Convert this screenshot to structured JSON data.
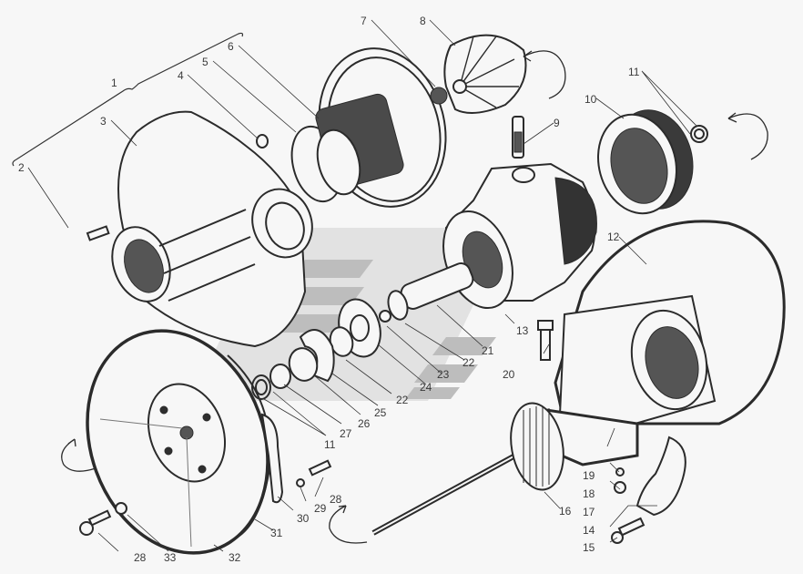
{
  "diagram": {
    "subject": "Turbocharger exploded view",
    "watermark": "stylized logo (grey stripes)",
    "group_bracket_label": "1",
    "callouts": [
      {
        "id": "c1",
        "text": "1"
      },
      {
        "id": "c2",
        "text": "2"
      },
      {
        "id": "c3",
        "text": "3"
      },
      {
        "id": "c4",
        "text": "4"
      },
      {
        "id": "c5",
        "text": "5"
      },
      {
        "id": "c6",
        "text": "6"
      },
      {
        "id": "c7",
        "text": "7"
      },
      {
        "id": "c8",
        "text": "8"
      },
      {
        "id": "c9",
        "text": "9"
      },
      {
        "id": "c10",
        "text": "10"
      },
      {
        "id": "c11a",
        "text": "11"
      },
      {
        "id": "c12",
        "text": "12"
      },
      {
        "id": "c13",
        "text": "13"
      },
      {
        "id": "c14",
        "text": "14"
      },
      {
        "id": "c15",
        "text": "15"
      },
      {
        "id": "c16",
        "text": "16"
      },
      {
        "id": "c17",
        "text": "17"
      },
      {
        "id": "c18",
        "text": "18"
      },
      {
        "id": "c19",
        "text": "19"
      },
      {
        "id": "c20",
        "text": "20"
      },
      {
        "id": "c21",
        "text": "21"
      },
      {
        "id": "c22a",
        "text": "22"
      },
      {
        "id": "c23",
        "text": "23"
      },
      {
        "id": "c24",
        "text": "24"
      },
      {
        "id": "c22b",
        "text": "22"
      },
      {
        "id": "c25",
        "text": "25"
      },
      {
        "id": "c26",
        "text": "26"
      },
      {
        "id": "c27",
        "text": "27"
      },
      {
        "id": "c11b",
        "text": "11"
      },
      {
        "id": "c28a",
        "text": "28"
      },
      {
        "id": "c29",
        "text": "29"
      },
      {
        "id": "c30",
        "text": "30"
      },
      {
        "id": "c31",
        "text": "31"
      },
      {
        "id": "c32",
        "text": "32"
      },
      {
        "id": "c33",
        "text": "33"
      },
      {
        "id": "c28b",
        "text": "28"
      }
    ]
  }
}
